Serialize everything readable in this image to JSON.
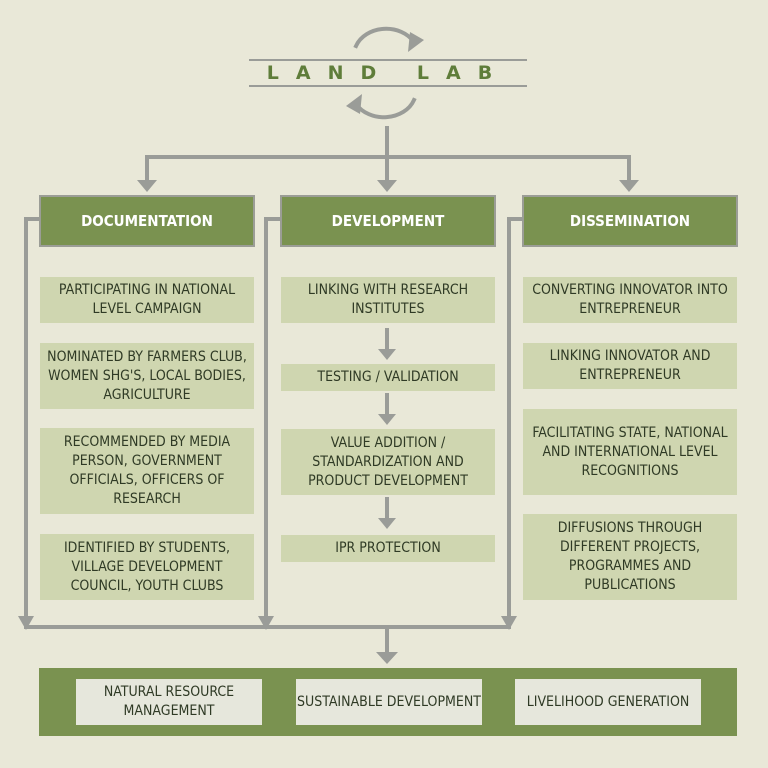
{
  "title": "LAND LAB",
  "colors": {
    "background": "#e9e8d8",
    "header_green": "#7a9250",
    "item_fill": "#cfd6b0",
    "connector_gray": "#9a9c98",
    "title_green": "#5f7d3a"
  },
  "columns": [
    {
      "header": "DOCUMENTATION",
      "items": [
        "PARTICIPATING IN NATIONAL LEVEL CAMPAIGN",
        "NOMINATED BY FARMERS CLUB, WOMEN SHG's, LOCAL BODIES, AGRICULTURE",
        "RECOMMENDED BY MEDIA PERSON, GOVERNMENT OFFICIALS, OFFICERS OF RESEARCH",
        "IDENTIFIED BY STUDENTS, VILLAGE DEVELOPMENT COUNCIL, YOUTH CLUBS"
      ]
    },
    {
      "header": "DEVELOPMENT",
      "items": [
        "LINKING WITH RESEARCH INSTITUTES",
        "TESTING / VALIDATION",
        "VALUE ADDITION / STANDARDIZATION AND PRODUCT DEVELOPMENT",
        "IPR PROTECTION"
      ]
    },
    {
      "header": "DISSEMINATION",
      "items": [
        "CONVERTING INNOVATOR INTO ENTREPRENEUR",
        "LINKING INNOVATOR AND ENTREPRENEUR",
        "FACILITATING STATE, NATIONAL AND INTERNATIONAL LEVEL RECOGNITIONS",
        "DIFFUSIONS THROUGH DIFFERENT PROJECTS, PROGRAMMES AND PUBLICATIONS"
      ]
    }
  ],
  "outcomes": [
    "NATURAL RESOURCE MANAGEMENT",
    "SUSTAINABLE DEVELOPMENT",
    "LIVELIHOOD GENERATION"
  ]
}
